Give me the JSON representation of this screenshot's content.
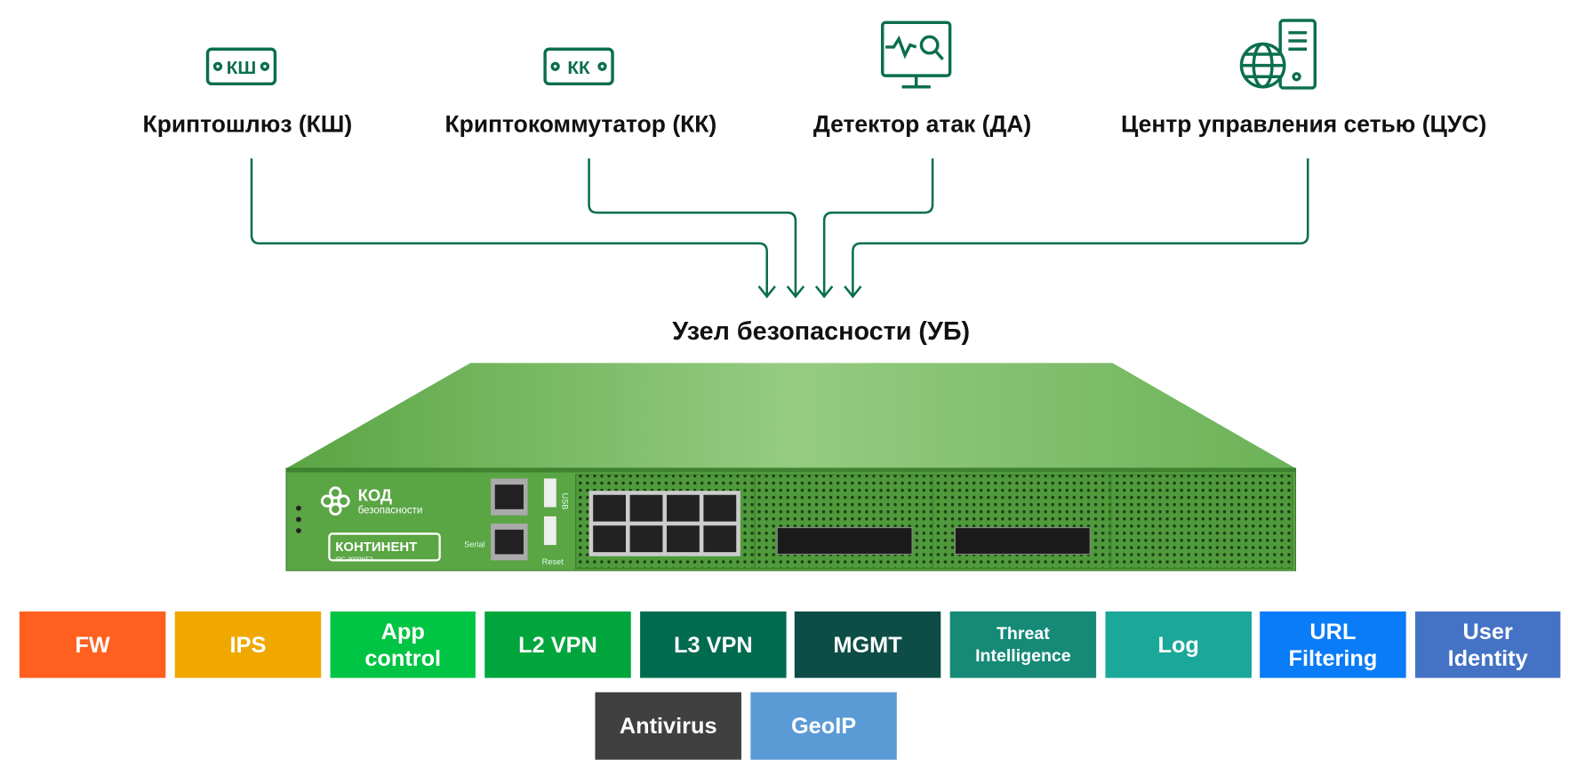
{
  "components": [
    {
      "label": "Криптошлюз (КШ)",
      "icon": "crypto-gateway-icon",
      "icon_text": "КШ"
    },
    {
      "label": "Криптокоммутатор (КК)",
      "icon": "crypto-switch-icon",
      "icon_text": "КК"
    },
    {
      "label": "Детектор атак (ДА)",
      "icon": "monitor-search-icon"
    },
    {
      "label": "Центр управления сетью (ЦУС)",
      "icon": "globe-server-icon"
    }
  ],
  "node_title": "Узел безопасности (УБ)",
  "device": {
    "brand": "КОД",
    "brand_sub": "безопасности",
    "product": "КОНТИНЕНТ",
    "model": "IPC-3000NF2",
    "port_serial": "Serial",
    "port_usb": "USB",
    "port_reset": "Reset",
    "color": "#5fa84a"
  },
  "line_color": "#0b6e4f",
  "modules": [
    {
      "label": "FW",
      "color": "#ff5f1f"
    },
    {
      "label": "IPS",
      "color": "#f0a800"
    },
    {
      "label": "App control",
      "color": "#00c443"
    },
    {
      "label": "L2 VPN",
      "color": "#00a53c"
    },
    {
      "label": "L3 VPN",
      "color": "#006b4f"
    },
    {
      "label": "MGMT",
      "color": "#0d4d45"
    },
    {
      "label": "Threat Intelligence",
      "color": "#168a76"
    },
    {
      "label": "Log",
      "color": "#1aa89a"
    },
    {
      "label": "URL Filtering",
      "color": "#0a7cf7"
    },
    {
      "label": "User Identity",
      "color": "#4472c4"
    },
    {
      "label": "Antivirus",
      "color": "#404040"
    },
    {
      "label": "GeoIP",
      "color": "#5b9bd5"
    }
  ]
}
